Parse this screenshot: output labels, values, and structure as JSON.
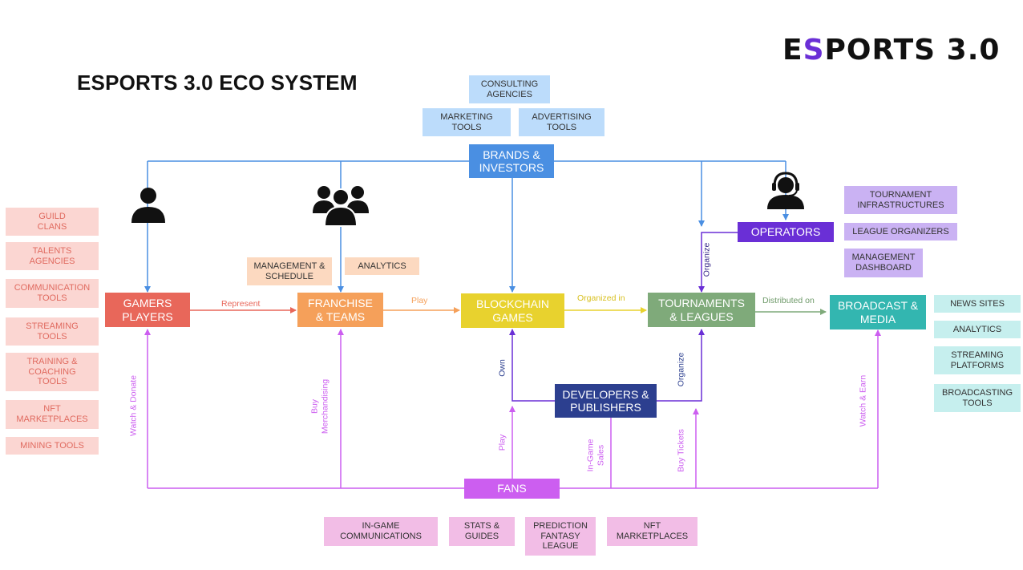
{
  "title": "ESPORTS 3.0 ECO SYSTEM",
  "logo": {
    "prefix": "E",
    "accent": "S",
    "suffix": "PORTS 3.0"
  },
  "nodes": {
    "gamers": "GAMERS\nPLAYERS",
    "franchise": "FRANCHISE\n& TEAMS",
    "blockchain": "BLOCKCHAIN\nGAMES",
    "tournaments": "TOURNAMENTS\n& LEAGUES",
    "broadcast": "BROADCAST &\nMEDIA",
    "brands": "BRANDS &\nINVESTORS",
    "operators": "OPERATORS",
    "developers": "DEVELOPERS &\nPUBLISHERS",
    "fans": "FANS"
  },
  "brands_items": {
    "consulting": "CONSULTING\nAGENCIES",
    "marketing": "MARKETING\nTOOLS",
    "advertising": "ADVERTISING\nTOOLS"
  },
  "gamer_items": [
    "GUILD\nCLANS",
    "TALENTS\nAGENCIES",
    "COMMUNICATION\nTOOLS",
    "STREAMING\nTOOLS",
    "TRAINING &\nCOACHING\nTOOLS",
    "NFT\nMARKETPLACES",
    "MINING TOOLS"
  ],
  "franchise_items": {
    "management": "MANAGEMENT &\nSCHEDULE",
    "analytics": "ANALYTICS"
  },
  "operator_items": [
    "TOURNAMENT\nINFRASTRUCTURES",
    "LEAGUE ORGANIZERS",
    "MANAGEMENT\nDASHBOARD"
  ],
  "broadcast_items": [
    "NEWS SITES",
    "ANALYTICS",
    "STREAMING\nPLATFORMS",
    "BROADCASTING\nTOOLS"
  ],
  "fan_items": [
    "IN-GAME\nCOMMUNICATIONS",
    "STATS &\nGUIDES",
    "PREDICTION\nFANTASY\nLEAGUE",
    "NFT\nMARKETPLACES"
  ],
  "edges": {
    "represent": "Represent",
    "play": "Play",
    "organized_in": "Organized in",
    "distributed_on": "Distributed on",
    "organize_top": "Organize",
    "own": "Own",
    "organize_dev": "Organize",
    "watch_donate": "Watch & Donate",
    "buy_merch": "Buy\nMerchandising",
    "fan_play": "Play",
    "ingame_sales": "In-Game\nSales",
    "buy_tickets": "Buy Tickets",
    "watch_earn": "Watch & Earn"
  },
  "colors": {
    "gamers": "#e8675a",
    "franchise": "#f5a05a",
    "blockchain": "#e8d22e",
    "tournaments": "#7faa7a",
    "broadcast": "#33b6b0",
    "brands": "#4a8fe2",
    "operators": "#6a2fd6",
    "developers": "#2c3f8f",
    "fans": "#cc5ef0"
  }
}
